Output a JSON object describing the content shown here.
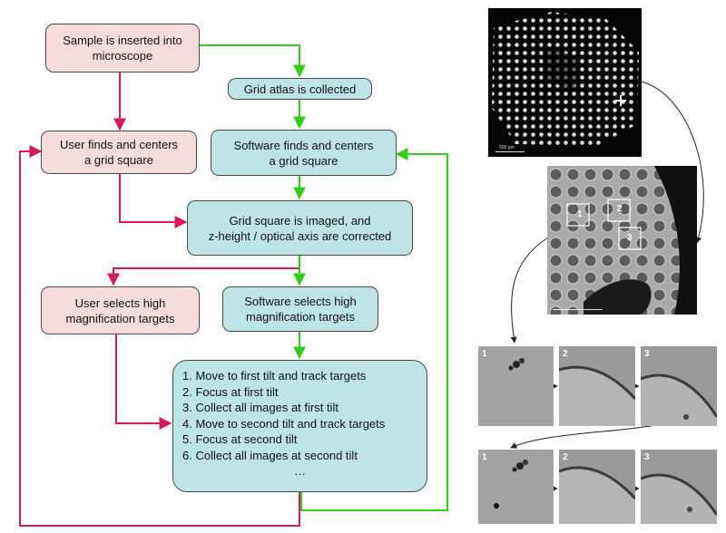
{
  "colors": {
    "user_box": "#f7dcdc",
    "software_box": "#bfe4e6",
    "user_arrow": "#d6195c",
    "software_arrow": "#33cc1a",
    "box_border": "#4a4a4a"
  },
  "flowchart": {
    "sample_inserted": "Sample is inserted into\nmicroscope",
    "grid_atlas": "Grid atlas is collected",
    "user_finds_square": "User finds and centers\na grid square",
    "software_finds_square": "Software finds and centers\na grid square",
    "square_imaged": "Grid square is imaged, and\nz-height / optical axis are corrected",
    "user_selects_targets": "User selects high\nmagnification targets",
    "software_selects_targets": "Software selects high\nmagnification targets",
    "tilt_steps": [
      "1. Move to first tilt and track targets",
      "2. Focus at first tilt",
      "3. Collect all images at first tilt",
      "4. Move to second tilt and track targets",
      "5. Focus at second tilt",
      "6. Collect all images at second tilt"
    ],
    "tilt_steps_more": "…"
  },
  "micrographs": {
    "atlas_scale_label": "500 µm",
    "square_targets": [
      "1",
      "2",
      "3"
    ],
    "first_tilt_labels": [
      "1",
      "2",
      "3"
    ],
    "second_tilt_labels": [
      "1",
      "2",
      "3"
    ]
  }
}
